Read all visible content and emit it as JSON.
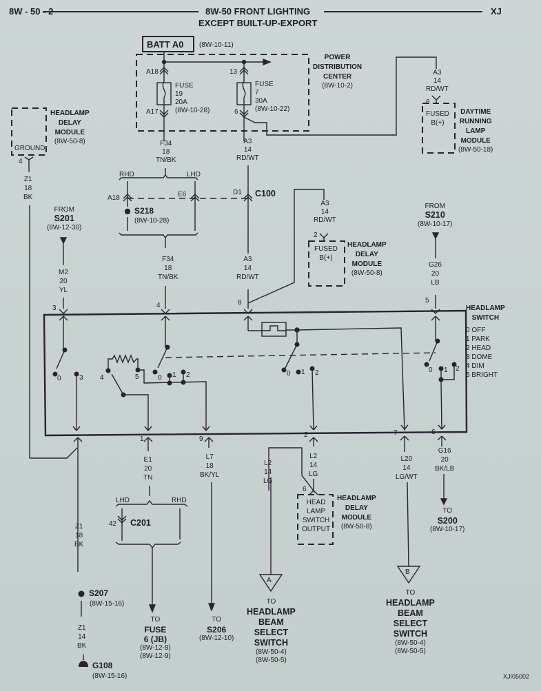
{
  "header": {
    "page_code": "8W - 50 - 2",
    "title_line1": "8W-50 FRONT LIGHTING",
    "title_line2": "EXCEPT BUILT-UP-EXPORT",
    "model": "XJ"
  },
  "footer": {
    "figure_id": "XJI05002"
  },
  "batt": {
    "label": "BATT A0",
    "ref": "(8W-10-11)"
  },
  "pdc": {
    "name_lines": [
      "POWER",
      "DISTRIBUTION",
      "CENTER"
    ],
    "ref": "(8W-10-2)",
    "fuse19": {
      "pin_in": "A18",
      "pin_out": "A17",
      "lines": [
        "FUSE",
        "19",
        "20A",
        "(8W-10-28)"
      ]
    },
    "fuse7": {
      "pin_in": "13",
      "pin_out": "6",
      "lines": [
        "FUSE",
        "7",
        "30A",
        "(8W-10-22)"
      ]
    }
  },
  "drl_module": {
    "wire": [
      "A3",
      "14",
      "RD/WT"
    ],
    "pin": "6",
    "inside": [
      "FUSED",
      "B(+)"
    ],
    "name_lines": [
      "DAYTIME",
      "RUNNING",
      "LAMP",
      "MODULE"
    ],
    "ref": "(8W-50-18)"
  },
  "delay_module_ground": {
    "inside": "GROUND",
    "pin": "4",
    "name_lines": [
      "HEADLAMP",
      "DELAY",
      "MODULE"
    ],
    "ref": "(8W-50-8)",
    "wire": [
      "Z1",
      "18",
      "BK"
    ]
  },
  "f34_top": {
    "wire": [
      "F34",
      "18",
      "TN/BK"
    ],
    "rhd": "RHD",
    "lhd": "LHD",
    "pin_rhd": "A18",
    "pin_lhd": "E6"
  },
  "s218": {
    "label": "S218",
    "ref": "(8W-10-28)"
  },
  "f34_bottom": {
    "wire": [
      "F34",
      "18",
      "TN/BK"
    ],
    "pin": "4"
  },
  "a3_top": {
    "wire": [
      "A3",
      "14",
      "RD/WT"
    ]
  },
  "c100": {
    "pin": "D1",
    "label": "C100"
  },
  "a3_bottom": {
    "wire": [
      "A3",
      "14",
      "RD/WT"
    ],
    "pin": "8"
  },
  "s201_from": {
    "from": "FROM",
    "label": "S201",
    "ref": "(8W-12-30)",
    "wire": [
      "M2",
      "20",
      "YL"
    ],
    "pin": "3"
  },
  "delay_module_fused": {
    "wire": [
      "A3",
      "14",
      "RD/WT"
    ],
    "pin": "2",
    "inside": [
      "FUSED",
      "B(+)"
    ],
    "name_lines": [
      "HEADLAMP",
      "DELAY",
      "MODULE"
    ],
    "ref": "(8W-50-8)"
  },
  "s210_from": {
    "from": "FROM",
    "label": "S210",
    "ref": "(8W-10-17)",
    "wire": [
      "G26",
      "20",
      "LB"
    ],
    "pin": "5"
  },
  "headlamp_switch": {
    "name_lines": [
      "HEADLAMP",
      "SWITCH"
    ],
    "positions": [
      "0 OFF",
      "1 PARK",
      "2 HEAD",
      "3 DOME",
      "4 DIM",
      "5 BRIGHT"
    ],
    "contacts": {
      "s1": [
        "0",
        "3"
      ],
      "rheo": [
        "4",
        "5"
      ],
      "s2": [
        "0",
        "1",
        "2"
      ],
      "s3": [
        "0",
        "1",
        "2"
      ],
      "s4": [
        "0",
        "1",
        "2"
      ]
    }
  },
  "bottom_wires": {
    "z1": {
      "wire_top": [
        "Z1",
        "18",
        "BK"
      ],
      "splice": "S207",
      "splice_ref": "(8W-15-16)",
      "wire_bottom": [
        "Z1",
        "14",
        "BK"
      ],
      "ground": "G108",
      "ground_ref": "(8W-15-16)"
    },
    "e1": {
      "pin": "1",
      "wire": [
        "E1",
        "20",
        "TN"
      ],
      "lhd": "LHD",
      "rhd": "RHD",
      "conn_pin": "42",
      "conn": "C201",
      "to": "TO",
      "dest_lines": [
        "FUSE",
        "6 (JB)"
      ],
      "refs": [
        "(8W-12-8)",
        "(8W-12-9)"
      ]
    },
    "l7": {
      "pin": "9",
      "wire": [
        "L7",
        "18",
        "BK/YL"
      ],
      "to": "TO",
      "dest": "S206",
      "ref": "(8W-12-10)"
    },
    "l2": {
      "pin": "2",
      "wire": [
        "L2",
        "14",
        "LG"
      ],
      "wire_branch": [
        "L2",
        "14",
        "LG"
      ],
      "marker": "A",
      "to": "TO",
      "dest_lines": [
        "HEADLAMP",
        "BEAM",
        "SELECT",
        "SWITCH"
      ],
      "refs": [
        "(8W-50-4)",
        "(8W-50-5)"
      ]
    },
    "delay_output": {
      "pin": "6",
      "inside": [
        "HEAD",
        "LAMP",
        "SWITCH",
        "OUTPUT"
      ],
      "name_lines": [
        "HEADLAMP",
        "DELAY",
        "MODULE"
      ],
      "ref": "(8W-50-8)"
    },
    "l20": {
      "pin": "7",
      "wire": [
        "L20",
        "14",
        "LG/WT"
      ],
      "marker": "B",
      "to": "TO",
      "dest_lines": [
        "HEADLAMP",
        "BEAM",
        "SELECT",
        "SWITCH"
      ],
      "refs": [
        "(8W-50-4)",
        "(8W-50-5)"
      ]
    },
    "g16": {
      "pin": "6",
      "wire": [
        "G16",
        "20",
        "BK/LB"
      ],
      "to": "TO",
      "dest": "S200",
      "ref": "(8W-10-17)"
    }
  }
}
